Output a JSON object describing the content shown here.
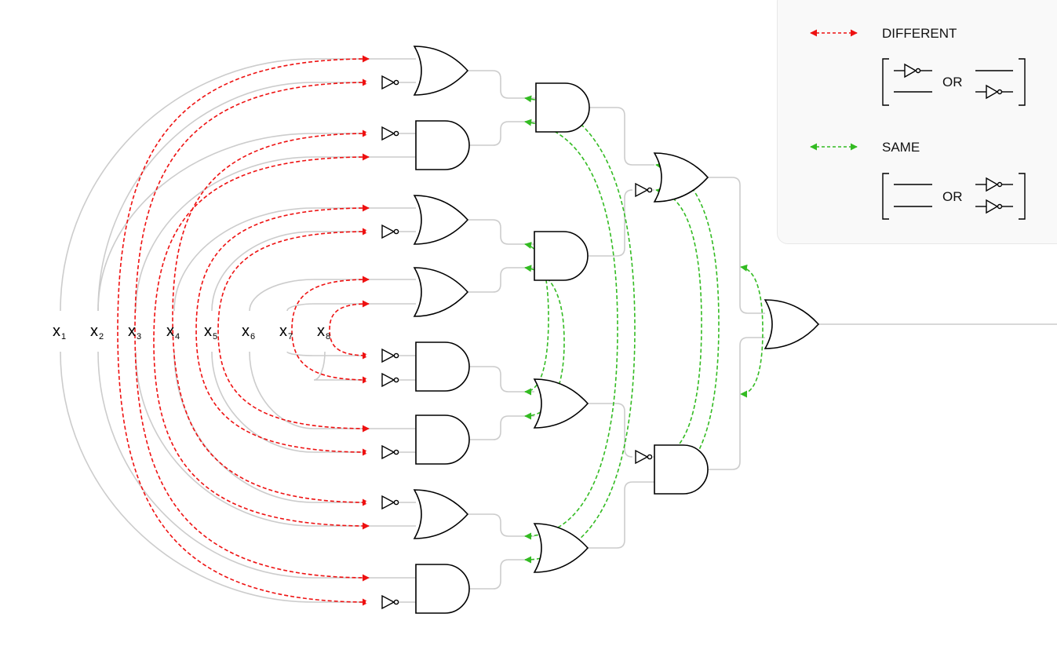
{
  "variables": [
    {
      "base": "x",
      "sub": "1"
    },
    {
      "base": "x",
      "sub": "2"
    },
    {
      "base": "x",
      "sub": "3"
    },
    {
      "base": "x",
      "sub": "4"
    },
    {
      "base": "x",
      "sub": "5"
    },
    {
      "base": "x",
      "sub": "6"
    },
    {
      "base": "x",
      "sub": "7"
    },
    {
      "base": "x",
      "sub": "8"
    }
  ],
  "legend": {
    "different_label": "DIFFERENT",
    "same_label": "SAME",
    "or_label": "OR"
  },
  "colors": {
    "different": "#ee1111",
    "same": "#33bb22",
    "wire": "#cccccc",
    "gate": "#000000"
  },
  "gates": {
    "layer1": [
      "or",
      "and",
      "or",
      "or",
      "and",
      "and",
      "or",
      "and"
    ],
    "layer2": [
      "and",
      "and",
      "or",
      "or"
    ],
    "layer3": [
      "or",
      "and"
    ],
    "output": "or"
  }
}
